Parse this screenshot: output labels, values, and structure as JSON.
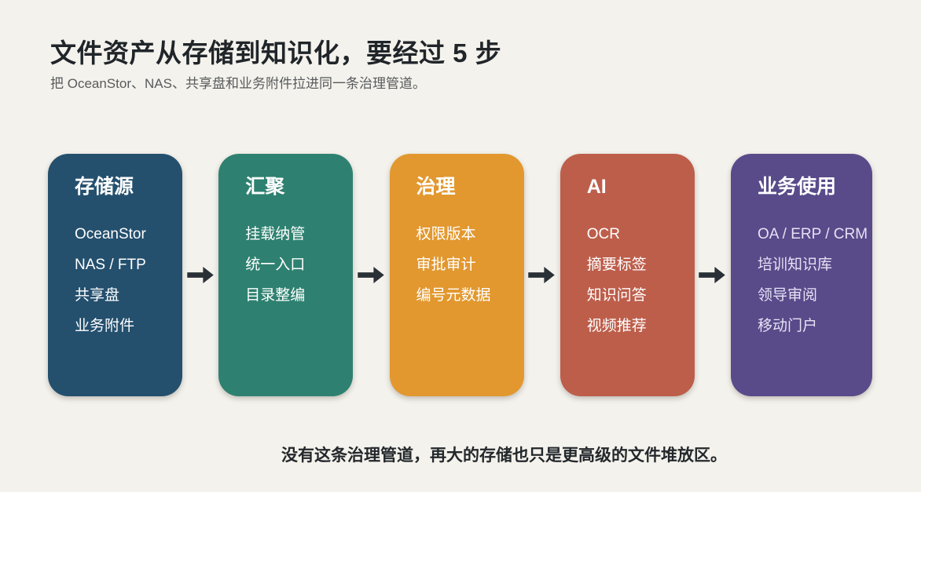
{
  "page": {
    "canvas_background": "#f4f2ec",
    "outer_background": "#ffffff"
  },
  "header": {
    "title": "文件资产从存储到知识化，要经过 5 步",
    "subtitle": "把 OceanStor、NAS、共享盘和业务附件拉进同一条治理管道。"
  },
  "steps": [
    {
      "title": "存储源",
      "color": "#24506e",
      "item_color": "#ffffff",
      "items": [
        "OceanStor",
        "NAS / FTP",
        "共享盘",
        "业务附件"
      ]
    },
    {
      "title": "汇聚",
      "color": "#2e8170",
      "item_color": "#ffffff",
      "items": [
        "挂载纳管",
        "统一入口",
        "目录整编"
      ]
    },
    {
      "title": "治理",
      "color": "#e2982f",
      "item_color": "#ffffff",
      "items": [
        "权限版本",
        "审批审计",
        "编号元数据"
      ]
    },
    {
      "title": "AI",
      "color": "#bd5e4b",
      "item_color": "#ffffff",
      "items": [
        "OCR",
        "摘要标签",
        "知识问答",
        "视频推荐"
      ]
    },
    {
      "title": "业务使用",
      "color": "#594b8a",
      "item_color": "#e6e1f4",
      "items": [
        "OA / ERP / CRM",
        "培训知识库",
        "领导审阅",
        "移动门户"
      ]
    }
  ],
  "arrow": {
    "name": "right-arrow",
    "color": "#2a3136"
  },
  "footer": {
    "note": "没有这条治理管道，再大的存储也只是更高级的文件堆放区。"
  }
}
